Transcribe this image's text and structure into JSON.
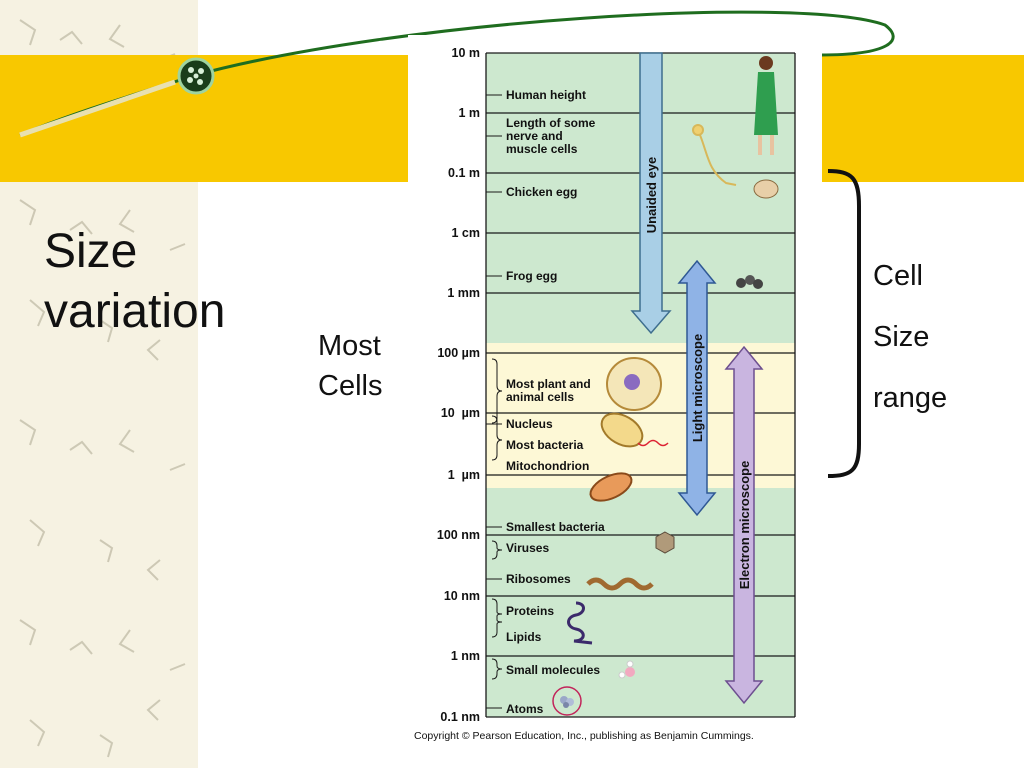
{
  "slide": {
    "title_lines": [
      "Size",
      "variation"
    ],
    "most_cells_lines": [
      "Most",
      "Cells"
    ],
    "cell_size_lines": [
      "Cell",
      "Size",
      "range"
    ],
    "copyright": "Copyright © Pearson Education, Inc., publishing as Benjamin Cummings."
  },
  "scale": {
    "ticks": [
      "10 m",
      "1 m",
      "0.1 m",
      "1 cm",
      "1 mm",
      "100 µm",
      "10  µm",
      "1  µm",
      "100 nm",
      "10 nm",
      "1 nm",
      "0.1 nm"
    ],
    "items": [
      "Human height",
      "Length of some",
      "nerve and",
      "muscle cells",
      "Chicken egg",
      "Frog egg",
      "Most plant and",
      "animal cells",
      "Nucleus",
      "Most bacteria",
      "Mitochondrion",
      "Smallest bacteria",
      "Viruses",
      "Ribosomes",
      "Proteins",
      "Lipids",
      "Small molecules",
      "Atoms"
    ],
    "ranges": {
      "unaided_eye": "Unaided eye",
      "light_microscope": "Light microscope",
      "electron_microscope": "Electron microscope"
    }
  },
  "colors": {
    "band": "#f8c800",
    "green_zone": "#cde8cf",
    "cell_zone": "#fdf8d6",
    "unaided_arrow": "#a9cfe6",
    "light_arrow": "#8fb3e6",
    "electron_arrow": "#c9b5e0"
  }
}
